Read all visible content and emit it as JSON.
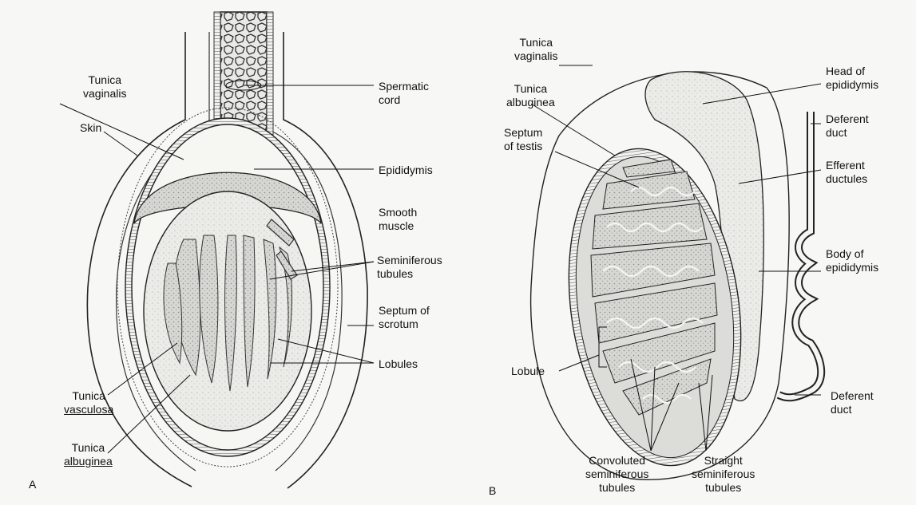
{
  "panel_a": {
    "letter": "A",
    "labels": {
      "tunica_vaginalis": [
        "Tunica",
        "vaginalis"
      ],
      "skin": "Skin",
      "spermatic_cord": [
        "Spermatic",
        "cord"
      ],
      "epididymis": "Epididymis",
      "smooth_muscle": [
        "Smooth",
        "muscle"
      ],
      "seminiferous_tubules": [
        "Seminiferous",
        "tubules"
      ],
      "septum_of_scrotum": [
        "Septum of",
        "scrotum"
      ],
      "lobules": "Lobules",
      "tunica_vasculosa": [
        "Tunica",
        "vasculosa"
      ],
      "tunica_albuginea": [
        "Tunica",
        "albuginea"
      ]
    }
  },
  "panel_b": {
    "letter": "B",
    "labels": {
      "tunica_vaginalis": [
        "Tunica",
        "vaginalis"
      ],
      "tunica_albuginea": [
        "Tunica",
        "albuginea"
      ],
      "septum_of_testis": [
        "Septum",
        "of testis"
      ],
      "head_of_epididymis": [
        "Head of",
        "epididymis"
      ],
      "deferent_duct_top": [
        "Deferent",
        "duct"
      ],
      "efferent_ductules": [
        "Efferent",
        "ductules"
      ],
      "body_of_epididymis": [
        "Body of",
        "epididymis"
      ],
      "lobule": "Lobule",
      "deferent_duct_bottom": [
        "Deferent",
        "duct"
      ],
      "convoluted_tubules": [
        "Convoluted",
        "seminiferous",
        "tubules"
      ],
      "straight_tubules": [
        "Straight",
        "seminiferous",
        "tubules"
      ]
    }
  }
}
